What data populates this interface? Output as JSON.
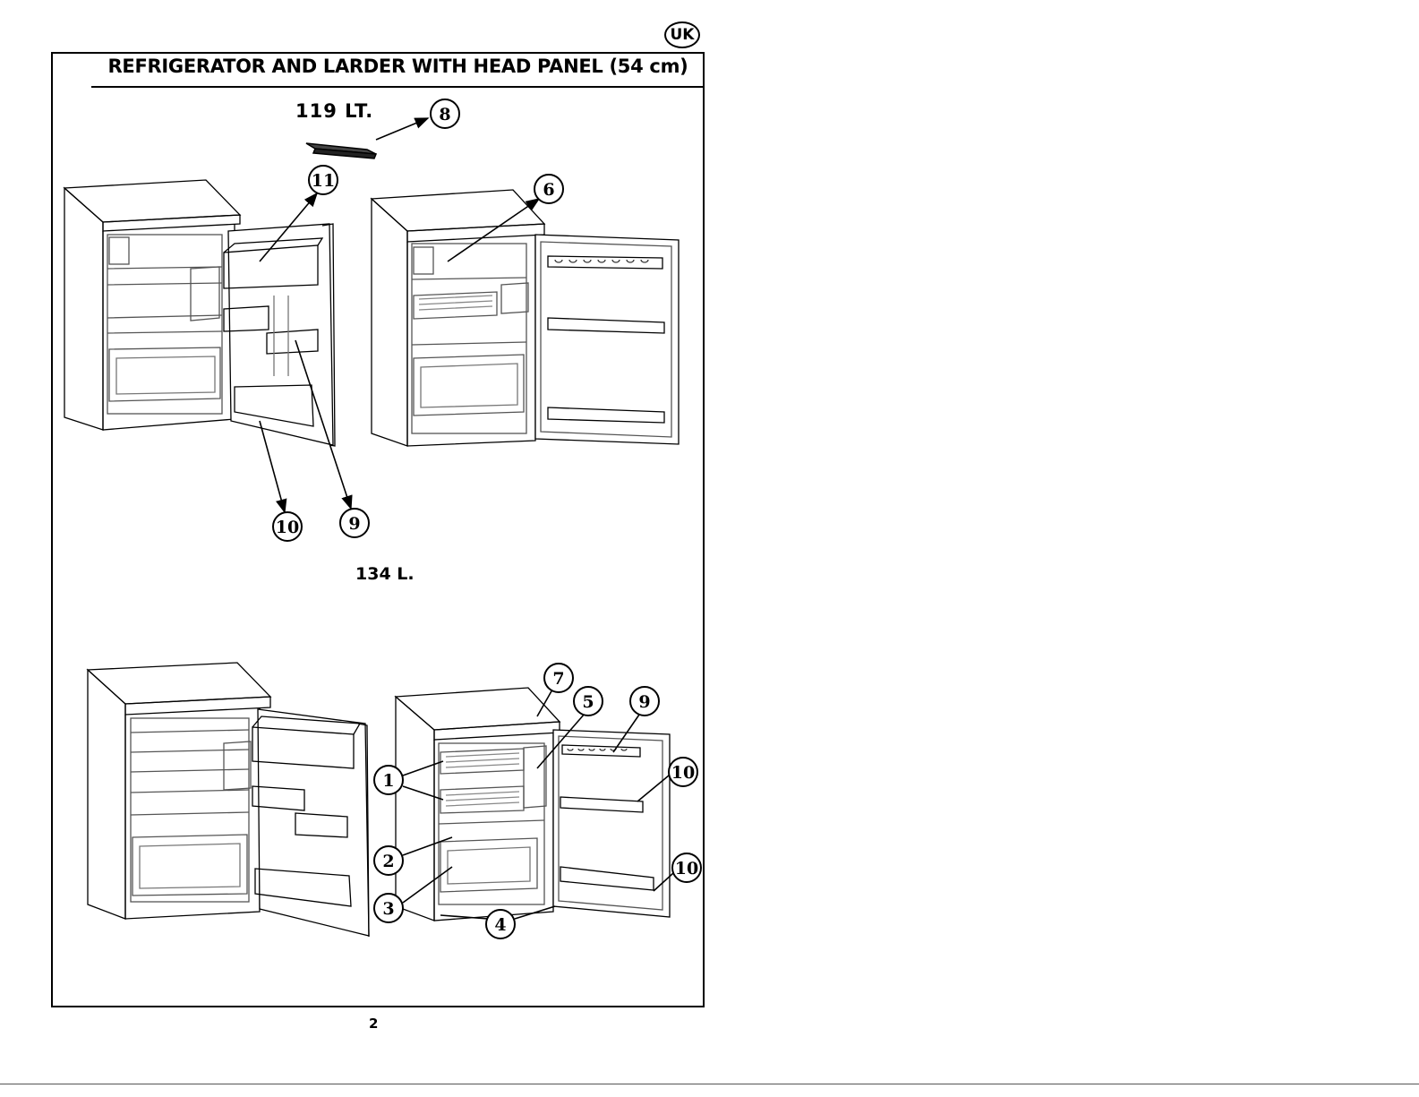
{
  "badge": "UK",
  "title": "REFRIGERATOR  AND LARDER WITH HEAD PANEL (54 cm)",
  "captions": {
    "top": "119 LT.",
    "bottom": "134 L."
  },
  "page_number": "2",
  "callouts": {
    "c8": "8",
    "c11": "11",
    "c6": "6",
    "c10a": "10",
    "c9a": "9",
    "c7": "7",
    "c5": "5",
    "c9b": "9",
    "c10b": "10",
    "c1": "1",
    "c2": "2",
    "c3": "3",
    "c4": "4",
    "c10c": "10"
  },
  "colors": {
    "ink": "#000000",
    "line": "#555555"
  }
}
